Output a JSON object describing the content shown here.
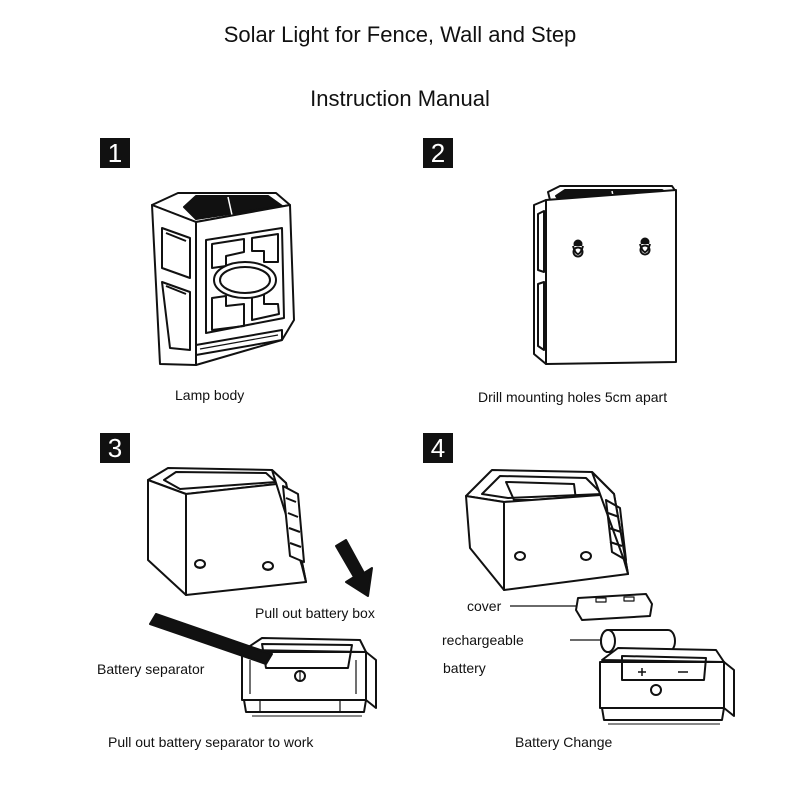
{
  "header": {
    "title": "Solar Light for Fence, Wall and Step",
    "subtitle": "Instruction Manual"
  },
  "steps": [
    {
      "number": "1",
      "caption": "Lamp body"
    },
    {
      "number": "2",
      "caption": "Drill mounting holes 5cm apart"
    },
    {
      "number": "3",
      "caption": "Pull out battery separator to work"
    },
    {
      "number": "4",
      "caption": "Battery Change"
    }
  ],
  "labels": {
    "pull_out_box": "Pull out battery box",
    "separator": "Battery separator",
    "cover": "cover",
    "rechargeable": "rechargeable",
    "battery": "battery"
  }
}
